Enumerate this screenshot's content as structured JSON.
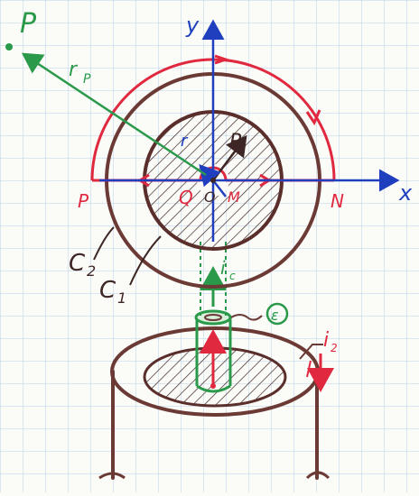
{
  "labels": {
    "point_P_far": "P",
    "y_axis": "y",
    "x_axis": "x",
    "r_P": "r",
    "r_P_subscript": "P",
    "r_inner": "r",
    "R": "R",
    "point_P_left": "P",
    "Q": "Q",
    "O": "O",
    "M": "M",
    "N": "N",
    "C2": "C",
    "C2_subscript": "2",
    "C1": "C",
    "C1_subscript": "1",
    "i_c": "i",
    "i_c_subscript": "c",
    "epsilon": "ε",
    "i_2": "i",
    "i_2_subscript": "2"
  },
  "colors": {
    "grid": "#b9d3ee",
    "structure": "#6b3a35",
    "axes": "#1f3fbf",
    "path": "#e0283f",
    "vector": "#2a9a4a"
  }
}
